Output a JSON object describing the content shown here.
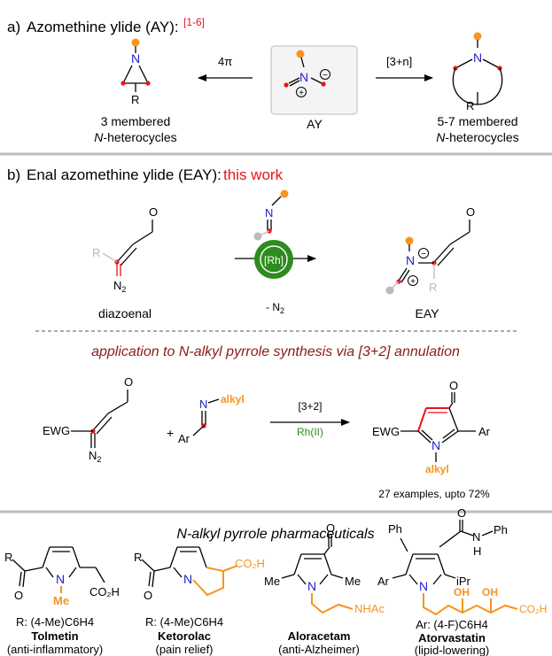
{
  "section_a": {
    "letter": "a)",
    "title": "Azomethine ylide (AY):",
    "refs": "[1-6]",
    "arrow_left_label": "4π",
    "arrow_right_label": "[3+n]",
    "left_caption_1": "3 membered",
    "left_caption_2_italic": "N",
    "left_caption_2_rest": "-heterocycles",
    "center_caption": "AY",
    "right_caption_1": "5-7 membered",
    "right_caption_2_italic": "N",
    "right_caption_2_rest": "-heterocycles",
    "atom_N": "N",
    "atom_R": "R",
    "charge_plus": "+",
    "charge_minus": "−"
  },
  "section_b": {
    "letter": "b)",
    "title": "Enal azomethine ylide (EAY):",
    "highlight": "this work",
    "reagent_label": "diazoenal",
    "catalyst": "[Rh]",
    "byproduct": "- N",
    "byproduct_sub": "2",
    "product_label": "EAY",
    "atom_O": "O",
    "atom_R": "R",
    "atom_N": "N",
    "atom_N2": "N",
    "atom_N2_sub": "2"
  },
  "application": {
    "heading": "application to N-alkyl pyrrole synthesis via [3+2] annulation",
    "ewg": "EWG",
    "n2": "N",
    "n2_sub": "2",
    "plus": "+",
    "imine_N": "N",
    "alkyl": "alkyl",
    "ar": "Ar",
    "arrow_top": "[3+2]",
    "arrow_bottom": "Rh(II)",
    "product_ewg": "EWG",
    "product_N": "N",
    "product_ar": "Ar",
    "product_alkyl": "alkyl",
    "product_O": "O",
    "scope": "27 examples, upto 72%"
  },
  "pharma": {
    "heading": "N-alkyl pyrrole pharmaceuticals",
    "drugs": [
      {
        "name": "Tolmetin",
        "use": "(anti-inflammatory)",
        "r_group": "R: (4-Me)C6H4"
      },
      {
        "name": "Ketorolac",
        "use": "(pain relief)",
        "r_group": "R: (4-Me)C6H4"
      },
      {
        "name": "Aloracetam",
        "use": "(anti-Alzheimer)",
        "r_group": ""
      },
      {
        "name": "Atorvastatin",
        "use": "(lipid-lowering)",
        "r_group": "Ar: (4-F)C6H4"
      }
    ],
    "labels": {
      "R": "R",
      "O": "O",
      "N": "N",
      "Me": "Me",
      "CO2H": "CO₂H",
      "NHAc": "NHAc",
      "Ph": "Ph",
      "H": "H",
      "Ar": "Ar",
      "iPr": "iPr",
      "OH": "OH"
    }
  },
  "colors": {
    "orange": "#F7931E",
    "red": "#E8141B",
    "blue": "#1E1ECC",
    "dark_red": "#8B1A1A",
    "green": "#2E8B1E",
    "grey": "#BBBBBB",
    "rule": "#BDBDBD"
  }
}
